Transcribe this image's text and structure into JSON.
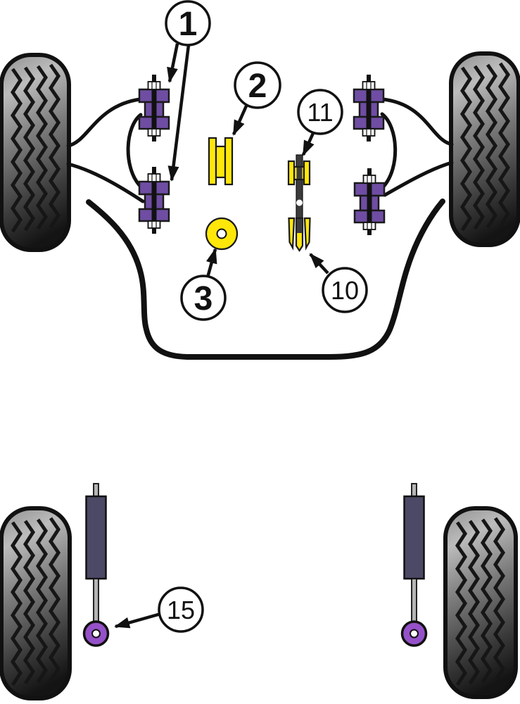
{
  "diagram": {
    "callouts": [
      {
        "number": "1",
        "target": "anti-roll-bar-mount-bush"
      },
      {
        "number": "2",
        "target": "spool-bush"
      },
      {
        "number": "3",
        "target": "washer-bush"
      },
      {
        "number": "10",
        "target": "tie-bar-front-bush"
      },
      {
        "number": "11",
        "target": "tie-bar-rear-bush"
      },
      {
        "number": "15",
        "target": "shock-absorber-lower-bush"
      }
    ],
    "colors": {
      "bush_purple": "#6F4DA3",
      "part_yellow": "#FFE70A",
      "shock_body": "#4C4966",
      "shock_bush_purple": "#9551C8",
      "metal_gray": "#B5B5B5",
      "tie_bar_dark": "#3B3B3B",
      "outline": "#111111"
    }
  }
}
